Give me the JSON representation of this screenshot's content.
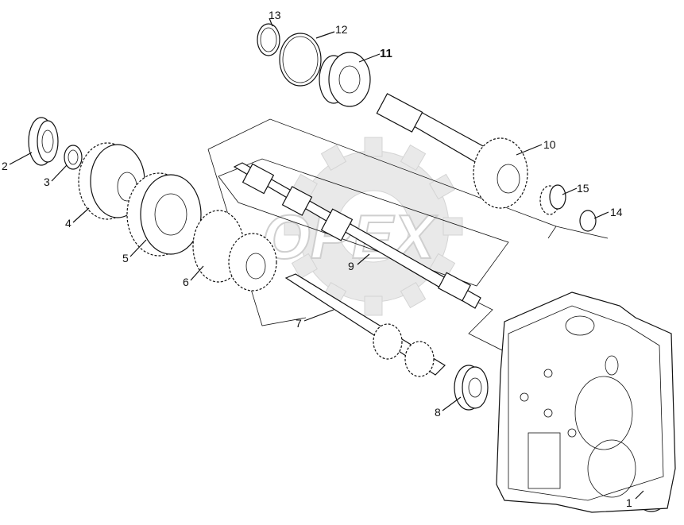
{
  "watermark": {
    "text": "OPEX"
  },
  "callouts": [
    {
      "id": "1",
      "text": "1"
    },
    {
      "id": "2",
      "text": "2"
    },
    {
      "id": "3",
      "text": "3"
    },
    {
      "id": "4",
      "text": "4"
    },
    {
      "id": "5",
      "text": "5"
    },
    {
      "id": "6",
      "text": "6"
    },
    {
      "id": "7",
      "text": "7"
    },
    {
      "id": "8",
      "text": "8"
    },
    {
      "id": "9",
      "text": "9"
    },
    {
      "id": "10",
      "text": "10"
    },
    {
      "id": "11",
      "text": "11"
    },
    {
      "id": "12",
      "text": "12"
    },
    {
      "id": "13",
      "text": "13"
    },
    {
      "id": "14",
      "text": "14"
    },
    {
      "id": "15",
      "text": "15"
    }
  ]
}
